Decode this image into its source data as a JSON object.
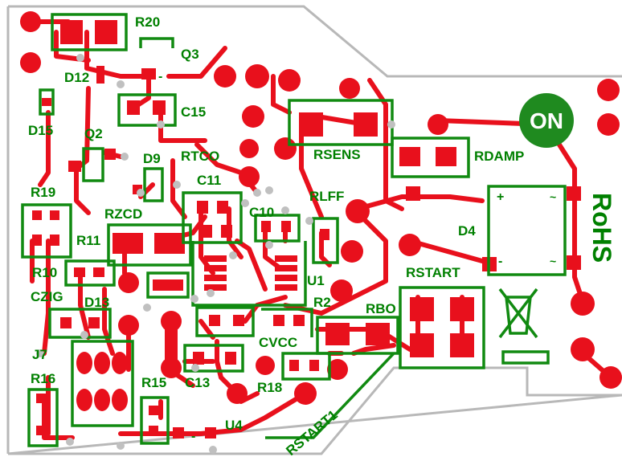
{
  "colors": {
    "background": "#ffffff",
    "board_fill": "#ffffff",
    "board_outline": "#b8b8b8",
    "copper": "#e8101c",
    "silk": "#118a11",
    "via": "#c0c0c0",
    "logo_circle": "#1f8a1f",
    "logo_text": "#ffffff"
  },
  "logo": {
    "text": "ON"
  },
  "rohs": {
    "text": "RoHS"
  },
  "labels": {
    "R20": "R20",
    "Q3": "Q3",
    "D12": "D12",
    "C15": "C15",
    "D15": "D15",
    "Q2": "Q2",
    "D9": "D9",
    "RTCO": "RTCO",
    "C11": "C11",
    "RSENS": "RSENS",
    "RDAMP": "RDAMP",
    "R19": "R19",
    "RZCD": "RZCD",
    "C10": "C10",
    "RLFF": "RLFF",
    "D4": "D4",
    "R11": "R11",
    "R10": "R10",
    "RSTART": "RSTART",
    "CZIG": "CZIG",
    "D13": "D13",
    "U1": "U1",
    "R2": "R2",
    "RBO": "RBO",
    "CVCC": "CVCC",
    "J7": "J7",
    "R16": "R16",
    "R15": "R15",
    "C13": "C13",
    "R18": "R18",
    "U4": "U4",
    "RSTART1": "RSTART1"
  },
  "bridge_marks": {
    "plus": "+",
    "minus": "-",
    "ac1": "~",
    "ac2": "~"
  },
  "pin_marks": {
    "q3": "-",
    "u4": "-"
  }
}
